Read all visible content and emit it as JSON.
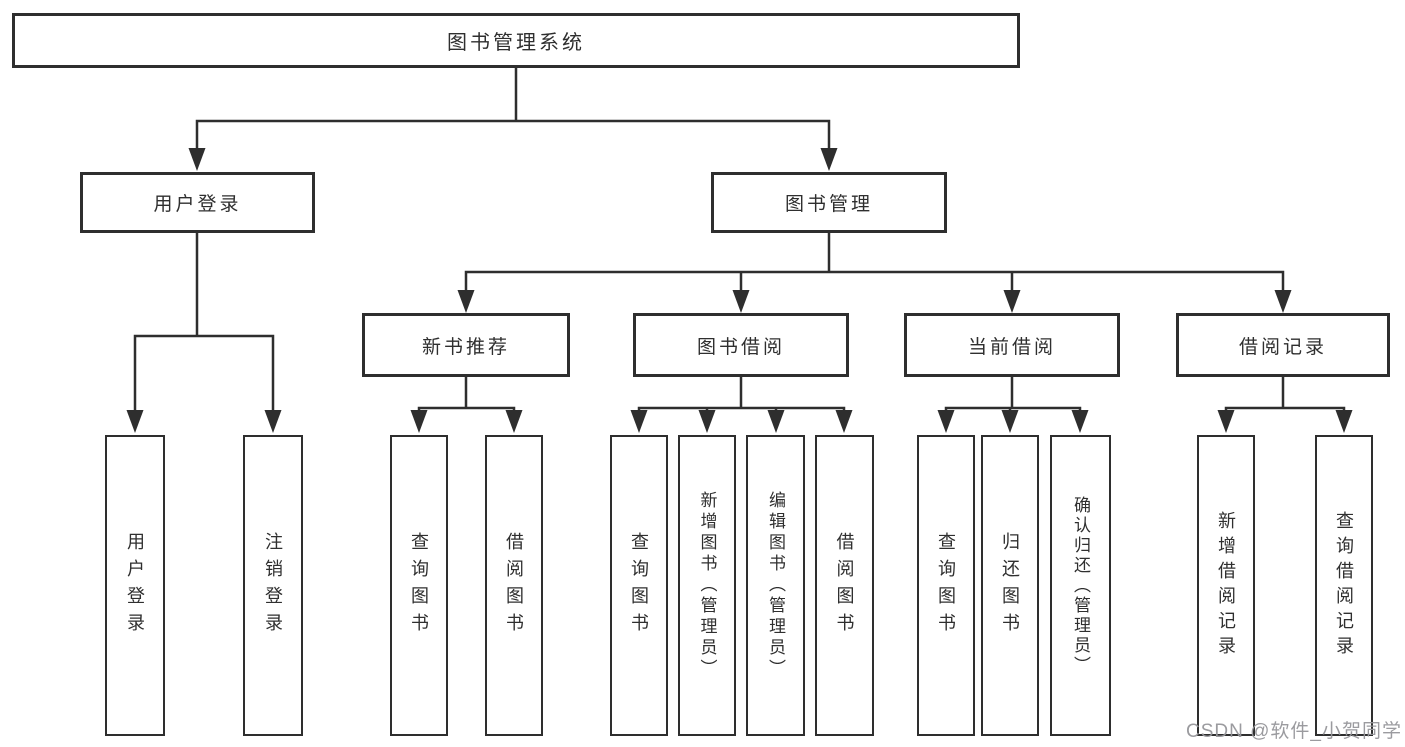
{
  "diagram": {
    "title": "图书管理系统",
    "type": "hierarchy-tree",
    "colors": {
      "line": "#2e2e2e",
      "box_border": "#2e2e2e",
      "box_fill": "#ffffff",
      "text": "#2f2f2f",
      "watermark": "#96969a"
    },
    "tree": {
      "root": {
        "label": "图书管理系统"
      },
      "level2": [
        {
          "label": "用户登录"
        },
        {
          "label": "图书管理"
        }
      ],
      "level3": [
        {
          "label": "新书推荐"
        },
        {
          "label": "图书借阅"
        },
        {
          "label": "当前借阅"
        },
        {
          "label": "借阅记录"
        }
      ],
      "leaves": {
        "user_login": [
          {
            "label": "用户登录"
          },
          {
            "label": "注销登录"
          }
        ],
        "new_books": [
          {
            "label": "查询图书"
          },
          {
            "label": "借阅图书"
          }
        ],
        "book_borrow": [
          {
            "label": "查询图书"
          },
          {
            "label": "新增图书（管理员）"
          },
          {
            "label": "编辑图书（管理员）"
          },
          {
            "label": "借阅图书"
          }
        ],
        "current_borrow": [
          {
            "label": "查询图书"
          },
          {
            "label": "归还图书"
          },
          {
            "label": "确认归还（管理员）"
          }
        ],
        "borrow_records": [
          {
            "label": "新增借阅记录"
          },
          {
            "label": "查询借阅记录"
          }
        ]
      }
    },
    "watermark": {
      "text": "CSDN @软件_小贺同学"
    }
  }
}
